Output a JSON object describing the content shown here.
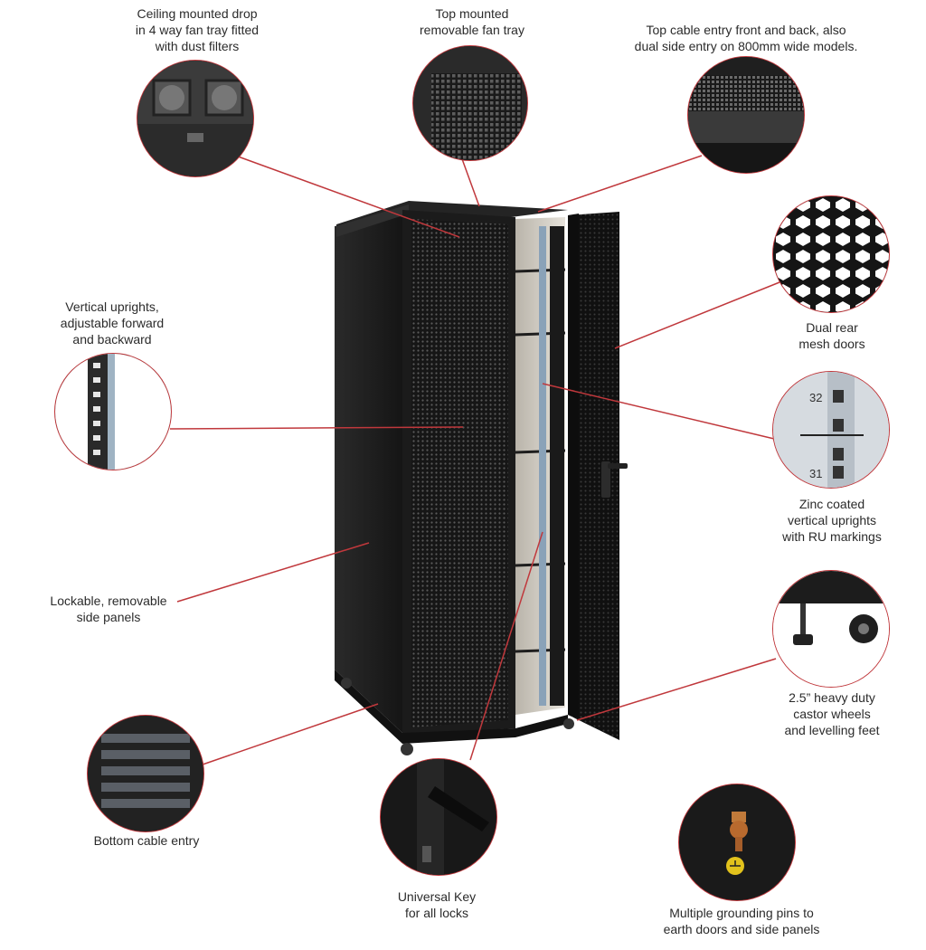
{
  "colors": {
    "leader": "#c0383c",
    "text": "#2b2b2b",
    "cabinet": "#1b1b1b"
  },
  "callouts": [
    {
      "id": "ceiling-fan",
      "icon": "fan-tray-photo",
      "lines": [
        "Ceiling mounted drop",
        "in 4 way fan tray fitted",
        "with dust filters"
      ]
    },
    {
      "id": "top-fan",
      "icon": "vent-grille-photo",
      "lines": [
        "Top mounted",
        "removable fan tray"
      ]
    },
    {
      "id": "top-cable",
      "icon": "cable-entry-photo",
      "lines": [
        "Top cable entry front and back, also",
        "dual side entry on 800mm wide models."
      ]
    },
    {
      "id": "rear-mesh",
      "icon": "hex-mesh-photo",
      "lines": [
        "Dual rear",
        "mesh doors"
      ]
    },
    {
      "id": "vertical-uprights",
      "icon": "upright-rail-photo",
      "lines": [
        "Vertical uprights,",
        "adjustable forward",
        "and backward"
      ]
    },
    {
      "id": "zinc-uprights",
      "icon": "ru-markings-photo",
      "lines": [
        "Zinc coated",
        "vertical uprights",
        "with RU markings"
      ],
      "ru_marks": [
        "32",
        "31"
      ]
    },
    {
      "id": "side-panels",
      "icon": "side-panel",
      "lines": [
        "Lockable, removable",
        "side panels"
      ]
    },
    {
      "id": "castors",
      "icon": "castor-wheel-photo",
      "lines": [
        "2.5” heavy duty",
        "castor wheels",
        "and levelling feet"
      ]
    },
    {
      "id": "bottom-cable",
      "icon": "bottom-entry-photo",
      "lines": [
        "Bottom cable entry"
      ]
    },
    {
      "id": "key",
      "icon": "door-handle-photo",
      "lines": [
        "Universal Key",
        "for all locks"
      ]
    },
    {
      "id": "grounding",
      "icon": "grounding-pin-photo",
      "lines": [
        "Multiple grounding pins to",
        "earth doors and side panels"
      ]
    }
  ]
}
